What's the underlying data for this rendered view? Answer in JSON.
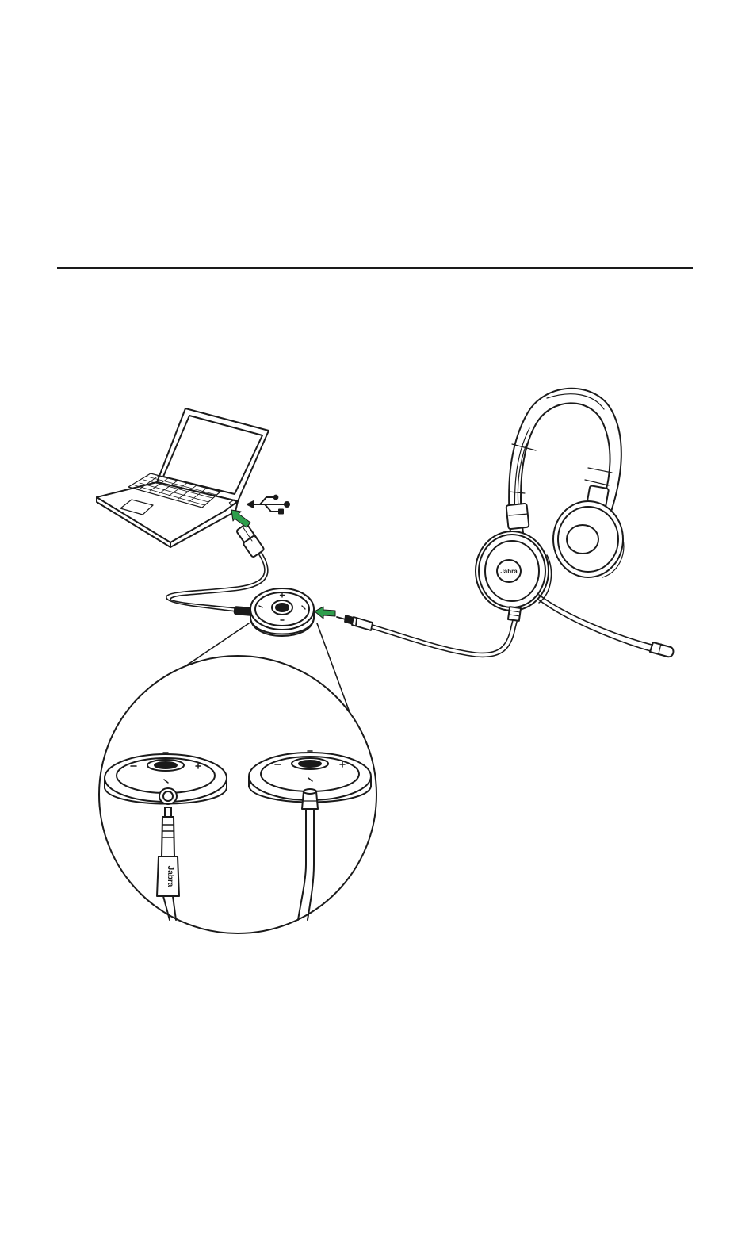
{
  "figure": {
    "headset_brand": "Jabra",
    "controller_brand": "Jabra",
    "plug_brand": "Jabra",
    "arrow_color": "#2e9e4c",
    "line_color": "#1a1a1a",
    "icons": [
      "laptop-icon",
      "usb-symbol-icon",
      "headset-icon",
      "in-line-controller-icon",
      "audio-jack-icon"
    ]
  }
}
